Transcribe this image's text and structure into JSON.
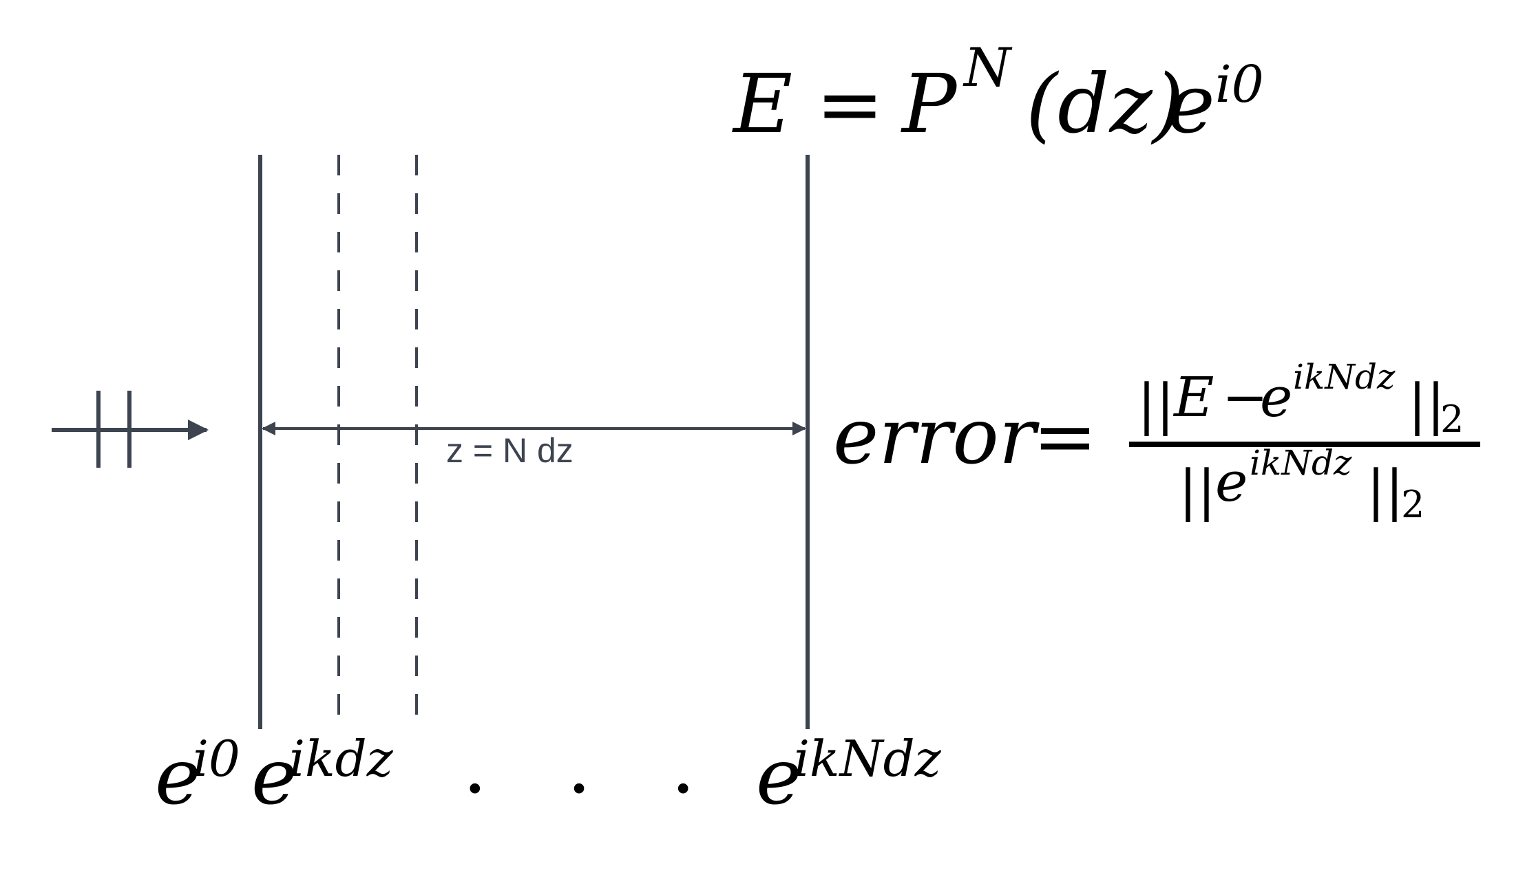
{
  "colors": {
    "line": "#3d4450",
    "text": "#000000",
    "background": "#ffffff"
  },
  "top_equation": {
    "lhs": "E",
    "equals": "=",
    "base": "P",
    "power": "N",
    "argument": "(dz)",
    "e": "e",
    "e_exponent": "i0"
  },
  "distance_label": "z = N dz",
  "error_equation": {
    "lhs": "error",
    "equals": "=",
    "numerator": {
      "open_norm": "||",
      "E": "E",
      "minus": "−",
      "e": "e",
      "exponent": "ikNdz",
      "close_norm": "||",
      "subscript": "2"
    },
    "denominator": {
      "open_norm": "||",
      "e": "e",
      "exponent": "ikNdz",
      "close_norm": "||",
      "subscript": "2"
    }
  },
  "bottom_labels": {
    "first": {
      "base": "e",
      "exponent": "i0"
    },
    "second": {
      "base": "e",
      "exponent": "ikdz"
    },
    "ellipsis": ". . .",
    "last": {
      "base": "e",
      "exponent": "ikNdz"
    }
  }
}
